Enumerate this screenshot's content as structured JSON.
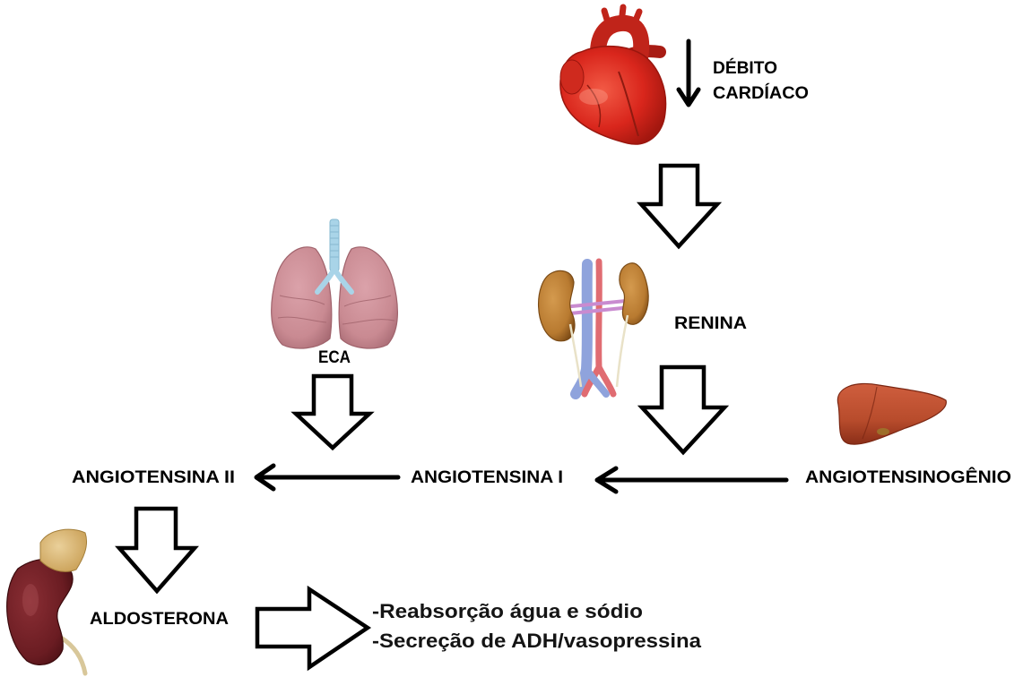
{
  "labels": {
    "debito": "DÉBITO",
    "cardiaco": "CARDÍACO",
    "renina": "RENINA",
    "eca": "ECA",
    "angiotensina_ii": "ANGIOTENSINA II",
    "angiotensina_i": "ANGIOTENSINA I",
    "angiotensinogenio": "ANGIOTENSINOGÊNIO",
    "aldosterona": "ALDOSTERONA"
  },
  "effects": [
    "-Reabsorção água e sódio",
    "-Secreção de ADH/vasopressina"
  ],
  "illustrations": {
    "heart": "heart-icon",
    "lungs": "lungs-icon",
    "kidneys": "kidneys-icon",
    "liver": "liver-icon",
    "adrenal_kidney": "adrenal-kidney-icon"
  },
  "colors": {
    "background": "#ffffff",
    "text": "#000000",
    "arrow": "#000000",
    "heart": "#d9261c",
    "lungs": "#c98a92",
    "kidneys": "#b87a30",
    "liver": "#b84c2c",
    "adrenal_kidney": "#6a1c22"
  }
}
